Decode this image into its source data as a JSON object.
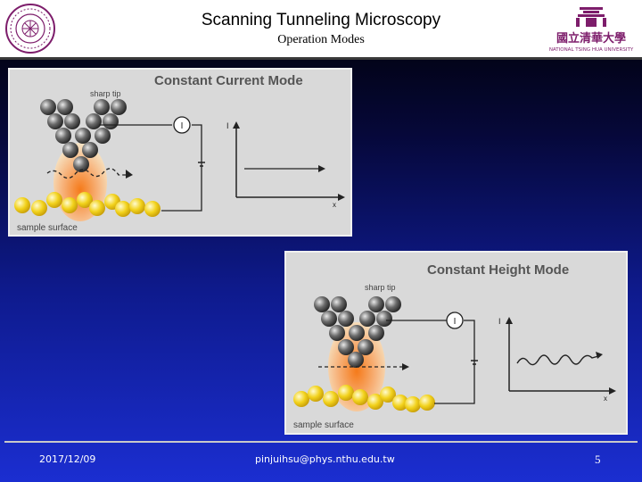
{
  "header": {
    "title": "Scanning Tunneling Microscopy",
    "subtitle": "Operation Modes"
  },
  "logos": {
    "university_cn": "國立清華大學",
    "university_en": "NATIONAL TSING HUA UNIVERSITY"
  },
  "panels": [
    {
      "heading": "Constant Current Mode",
      "tip_label": "sharp tip",
      "surface_label": "sample surface",
      "meter_label": "I",
      "y_axis": "I",
      "x_axis": "x"
    },
    {
      "heading": "Constant Height Mode",
      "tip_label": "sharp tip",
      "surface_label": "sample surface",
      "meter_label": "I",
      "y_axis": "I",
      "x_axis": "x"
    }
  ],
  "footer": {
    "date": "2017/12/09",
    "email": "pinjuihsu@phys.nthu.edu.tw",
    "page": "5"
  },
  "colors": {
    "accent_purple": "#7d1d6b",
    "atom_gray": "#555555",
    "atom_yellow": "#f2d21c",
    "glow_orange": "#f57a1a"
  }
}
